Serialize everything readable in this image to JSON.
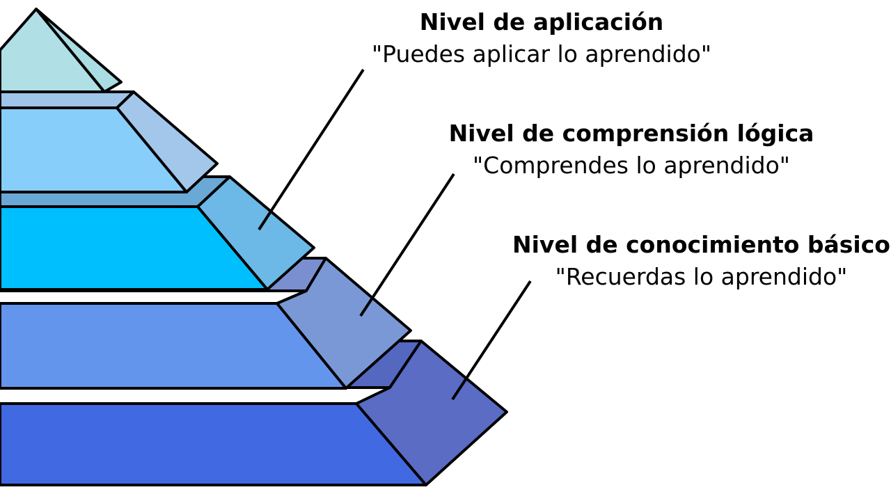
{
  "levels": [
    {
      "title": "Nivel de aplicación",
      "quote": "\"Puedes aplicar lo aprendido\""
    },
    {
      "title": "Nivel de comprensión lógica",
      "quote": "\"Comprendes lo aprendido\""
    },
    {
      "title": "Nivel de conocimiento básico",
      "quote": "\"Recuerdas lo aprendido\""
    }
  ],
  "colors": {
    "tier_top": "#b0e0e6",
    "tier_top_side": "#a9dde3",
    "tier_2": "#87cefa",
    "tier_2_side": "#a3c7ea",
    "tier_3": "#00bfff",
    "tier_3_side": "#6cb8e6",
    "tier_4": "#6495ed",
    "tier_4_side": "#7b98d6",
    "tier_5": "#4169e1",
    "tier_5_side": "#5a6cc4",
    "outline": "#000000"
  }
}
